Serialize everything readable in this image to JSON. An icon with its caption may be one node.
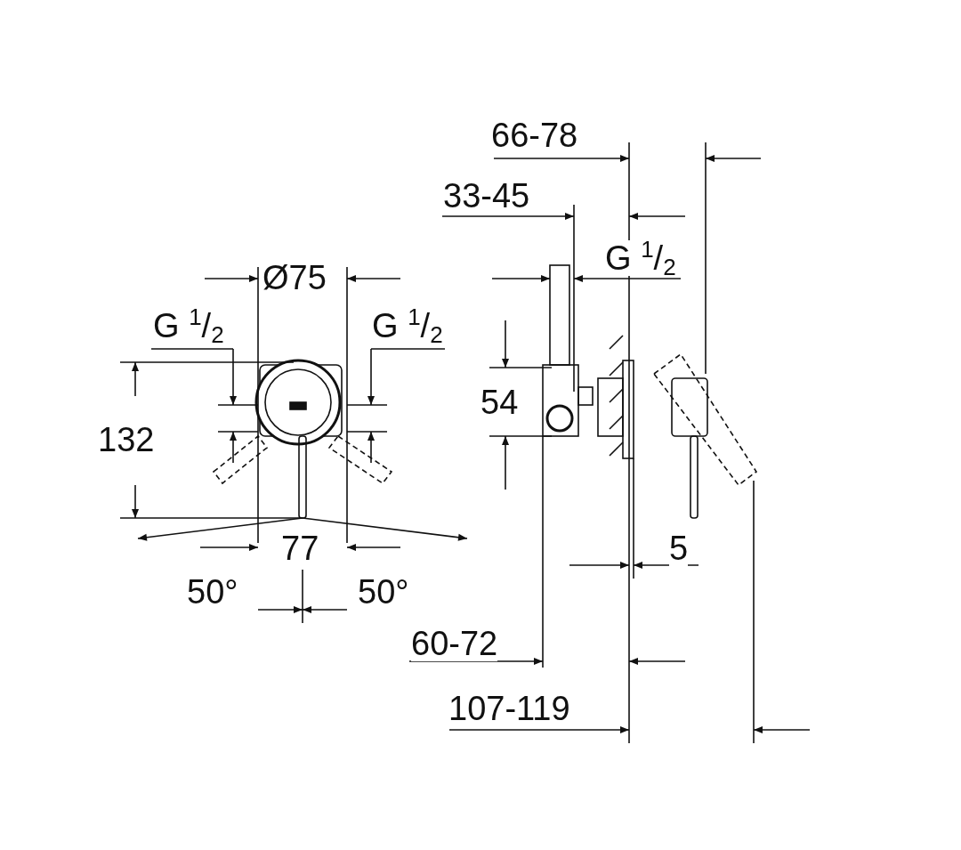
{
  "diagram": {
    "labels": [
      "66-78",
      "33-45",
      "G $^{1}$/$_{2}$",
      "Ø75",
      "G $^{1}$/$_{2}$",
      "G $^{1}$/$_{2}$",
      "54",
      "132",
      "77",
      "5",
      "50°",
      "50°",
      "60-72",
      "107-119"
    ]
  }
}
